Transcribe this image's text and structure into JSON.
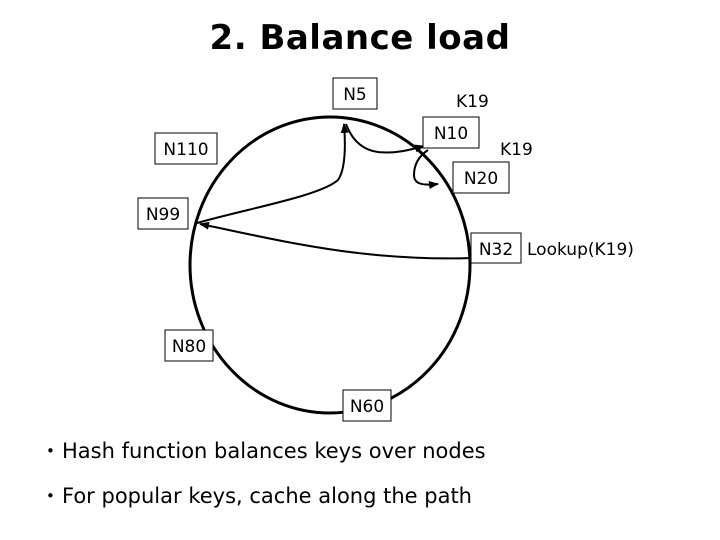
{
  "title": "2. Balance load",
  "nodes": [
    "N5",
    "N10",
    "N20",
    "N32",
    "N60",
    "N80",
    "N99",
    "N110"
  ],
  "keys": [
    "K19",
    "K19"
  ],
  "lookup_label": "Lookup(K19)",
  "bullets": [
    "Hash function balances keys over nodes",
    "For popular keys, cache along the path"
  ]
}
